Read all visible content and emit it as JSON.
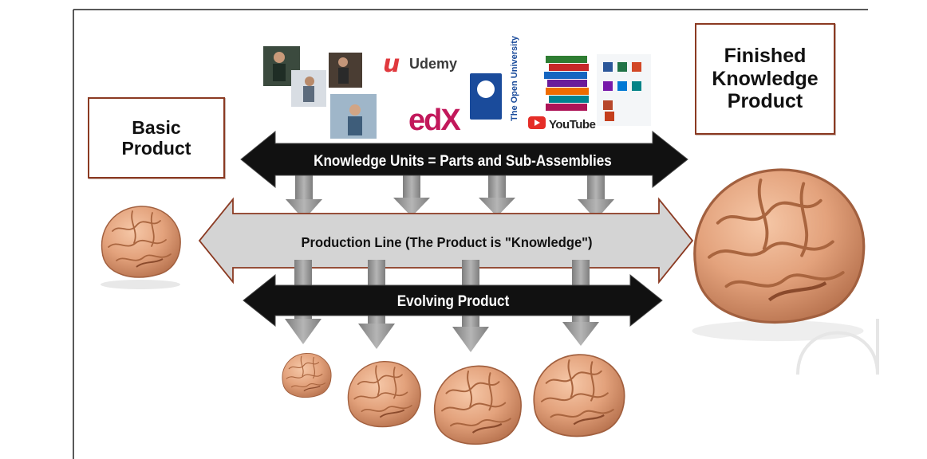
{
  "labels": {
    "basic_product": "Basic\nProduct",
    "finished_product": "Finished\nKnowledge\nProduct"
  },
  "arrows": {
    "knowledge_units": "Knowledge Units = Parts and Sub-Assemblies",
    "production_line": "Production Line (The Product is \"Knowledge\")",
    "evolving_product": "Evolving Product"
  },
  "logos": {
    "udemy": "Udemy",
    "udemy_mark": "u",
    "edx": "edX",
    "open_university": "The Open University",
    "youtube": "YouTube"
  },
  "colors": {
    "black_arrow": "#111111",
    "grey_arrow": "#d4d4d4",
    "arrow_outline": "#8b3a22",
    "down_arrow": "#8f8f8f",
    "brain": "#e3a27c",
    "udemy_red": "#e0393e",
    "edx_pink": "#c2185b",
    "edx_blue": "#0d6ec2",
    "youtube_red": "#e52d27",
    "ou_blue": "#1a4b9b"
  },
  "icons": [
    "classroom-photo-icon",
    "books-stack-icon",
    "office-apps-icon",
    "brain-icon"
  ]
}
